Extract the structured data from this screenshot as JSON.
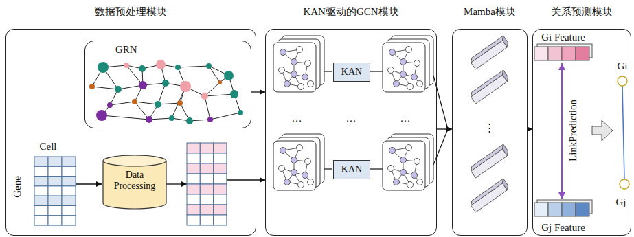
{
  "diagram": {
    "nodes": [
      {
        "text": [
          "数据预处理模块"
        ]
      },
      {
        "text": [
          "GRN"
        ],
        "in": 0
      },
      {
        "text": [
          "Data Processing"
        ],
        "in": 0
      },
      {
        "text": [
          "KAN驱动的GCN模块"
        ]
      },
      {
        "text": [
          "KAN"
        ],
        "in": 3
      },
      {
        "text": [
          "KAN"
        ],
        "in": 3
      },
      {
        "text": [
          "Mamba模块"
        ]
      },
      {
        "text": [
          "关系预测模块"
        ]
      }
    ],
    "edges": [
      {
        "from": 1,
        "to": 3,
        "arrow": "to"
      },
      {
        "from": 3,
        "to": 6,
        "arrow": "to"
      },
      {
        "from": 6,
        "to": 7,
        "arrow": "to"
      }
    ],
    "labels": [
      "Cell",
      "Gene",
      "…",
      "…",
      "…",
      "⋮",
      "Gi Feature",
      "LinkPrediction",
      "Gj Feature",
      "Gi",
      "Gj"
    ]
  }
}
